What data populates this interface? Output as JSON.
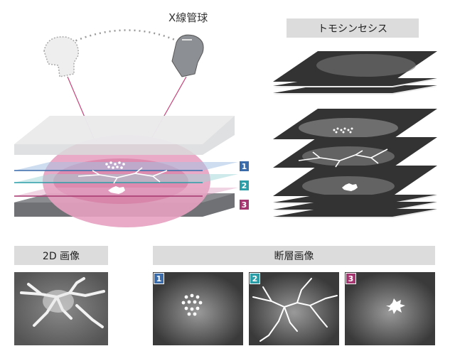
{
  "labels": {
    "xray_tube": "X線管球",
    "tomosynthesis": "トモシンセシス",
    "image_2d": "2D 画像",
    "tomographic": "断層画像"
  },
  "slices": [
    {
      "number": "1",
      "color": "#3a6cab"
    },
    {
      "number": "2",
      "color": "#2c9ea8"
    },
    {
      "number": "3",
      "color": "#a5366f"
    }
  ],
  "colors": {
    "breast": "#e5a1c0",
    "arrow": "#c8457c",
    "plate": "#6f7175",
    "header_bg": "#dcdcdc",
    "slice_dark": "#333333"
  },
  "icons": [
    "xray-tube-ghost-icon",
    "xray-tube-icon"
  ]
}
